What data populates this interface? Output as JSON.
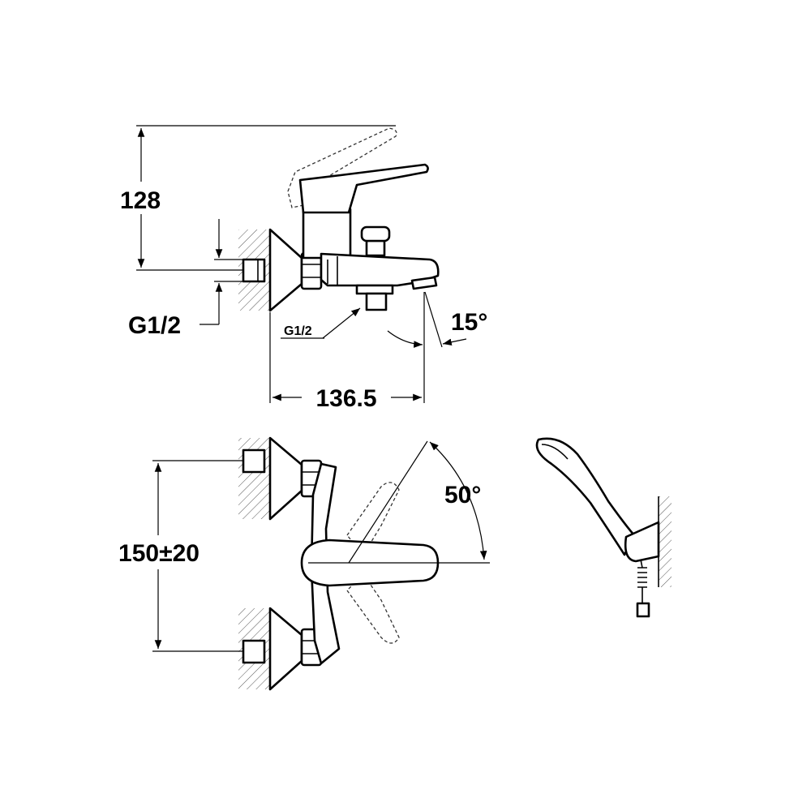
{
  "dimensions": {
    "height_label": "128",
    "inlet_thread_label": "G1/2",
    "outlet_thread_label": "G1/2",
    "spout_angle_label": "15°",
    "projection_label": "136.5",
    "centres_label": "150±20",
    "lever_angle_label": "50°"
  }
}
